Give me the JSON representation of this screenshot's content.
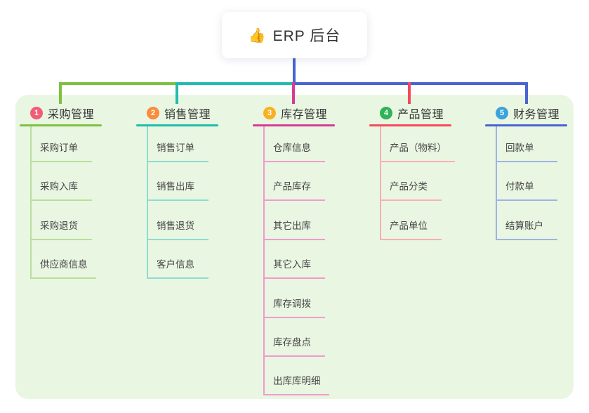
{
  "root": {
    "label": "ERP 后台",
    "emoji": "👍"
  },
  "canvas": {
    "background": "#FFFFFF",
    "panel_color": "#E9F6E2",
    "root_connector_color": "#4A63D2",
    "text_color": "#333333",
    "child_text_color": "#454545"
  },
  "branches": [
    {
      "number": "1",
      "label": "采购管理",
      "badge_color": "#F25C77",
      "line_color": "#7EC141",
      "light_color": "#B9DF9B",
      "children": [
        "采购订单",
        "采购入库",
        "采购退货",
        "供应商信息"
      ]
    },
    {
      "number": "2",
      "label": "销售管理",
      "badge_color": "#FB8C3C",
      "line_color": "#21BCAD",
      "light_color": "#8EDCD2",
      "children": [
        "销售订单",
        "销售出库",
        "销售退货",
        "客户信息"
      ]
    },
    {
      "number": "3",
      "label": "库存管理",
      "badge_color": "#FBB021",
      "line_color": "#D63C96",
      "light_color": "#F29BCB",
      "children": [
        "仓库信息",
        "产品库存",
        "其它出库",
        "其它入库",
        "库存调拨",
        "库存盘点",
        "出库库明细"
      ]
    },
    {
      "number": "4",
      "label": "产品管理",
      "badge_color": "#2FB457",
      "line_color": "#F4495A",
      "light_color": "#F9AFB4",
      "children": [
        "产品（物料）",
        "产品分类",
        "产品单位"
      ]
    },
    {
      "number": "5",
      "label": "财务管理",
      "badge_color": "#3BA3DC",
      "line_color": "#4A63D2",
      "light_color": "#9FB2E4",
      "children": [
        "回款单",
        "付款单",
        "结算账户"
      ]
    }
  ]
}
